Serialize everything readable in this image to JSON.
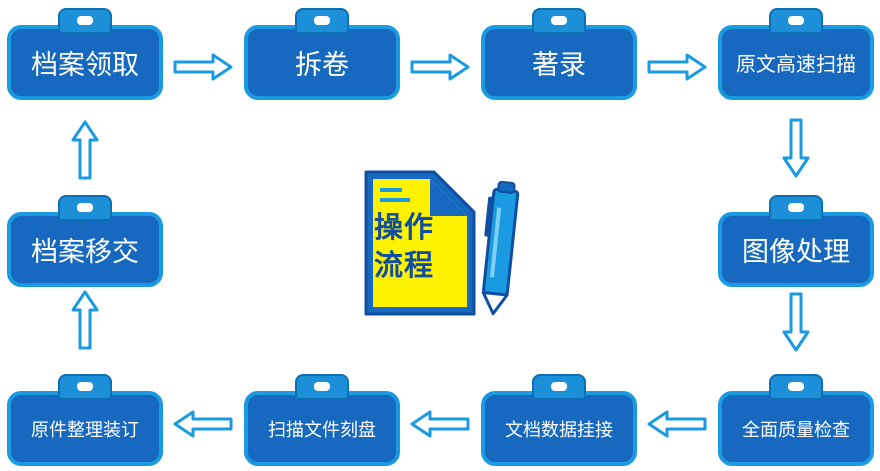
{
  "diagram": {
    "center_label_line1": "操作",
    "center_label_line2": "流程",
    "steps": [
      {
        "label": "档案领取"
      },
      {
        "label": "拆卷"
      },
      {
        "label": "著录"
      },
      {
        "label": "原文高速扫描"
      },
      {
        "label": "图像处理"
      },
      {
        "label": "全面质量检查"
      },
      {
        "label": "文档数据挂接"
      },
      {
        "label": "扫描文件刻盘"
      },
      {
        "label": "原件整理装订"
      },
      {
        "label": "档案移交"
      }
    ]
  },
  "colors": {
    "box_fill": "#1768bf",
    "box_border": "#1a9ae0",
    "arrow": "#1a9ae0",
    "doc_fill": "#fff200"
  }
}
